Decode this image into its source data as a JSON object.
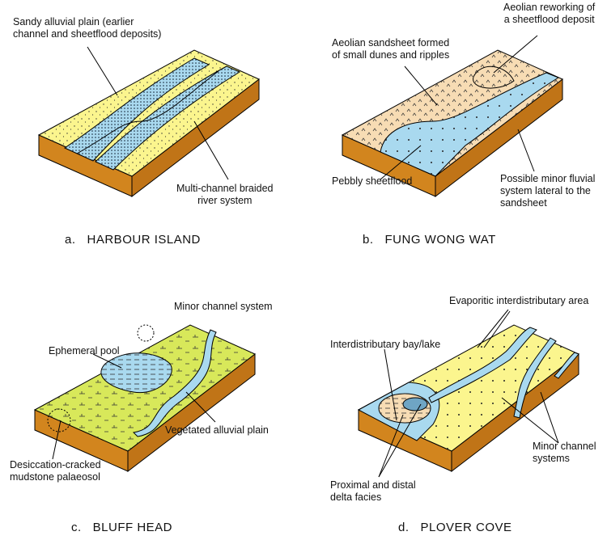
{
  "panels": [
    {
      "letter": "a.",
      "title": "HARBOUR ISLAND",
      "labels": [
        "Sandy alluvial plain (earlier\nchannel and sheetflood deposits)",
        "Multi-channel braided\nriver system"
      ]
    },
    {
      "letter": "b.",
      "title": "FUNG WONG WAT",
      "labels": [
        "Aeolian reworking of\na sheetflood deposit",
        "Aeolian sandsheet formed\nof small dunes and ripples",
        "Pebbly sheetflood",
        "Possible minor fluvial\nsystem lateral to the\nsandsheet"
      ]
    },
    {
      "letter": "c.",
      "title": "BLUFF HEAD",
      "labels": [
        "Minor channel system",
        "Ephemeral pool",
        "Vegetated alluvial plain",
        "Desiccation-cracked\nmudstone palaeosol"
      ]
    },
    {
      "letter": "d.",
      "title": "PLOVER COVE",
      "labels": [
        "Evaporitic interdistributary area",
        "Interdistributary bay/lake",
        "Minor channel\nsystems",
        "Proximal and distal\ndelta facies"
      ]
    }
  ],
  "colors": {
    "sand": "#fbf58e",
    "water": "#a9d9ef",
    "side": "#d2851e",
    "aeolian": "#f7dcb4",
    "vegetated": "#d8e85a"
  }
}
